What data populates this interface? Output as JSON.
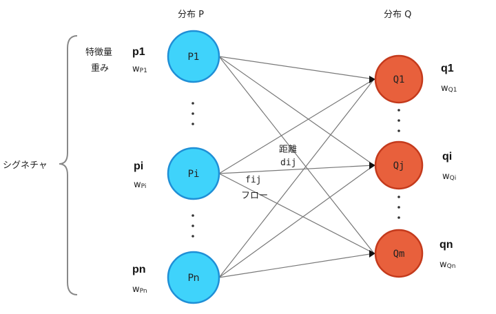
{
  "diagram": {
    "headers": {
      "p": "分布 P",
      "q": "分布 Q"
    },
    "signature_label": "シグネチャ",
    "feature_label": "特徴量",
    "weight_label": "重み",
    "p_nodes": [
      {
        "node": "P1",
        "feature": "p1",
        "weight_main": "w",
        "weight_sub": "P1"
      },
      {
        "node": "Pi",
        "feature": "pi",
        "weight_main": "w",
        "weight_sub": "Pi"
      },
      {
        "node": "Pn",
        "feature": "pn",
        "weight_main": "w",
        "weight_sub": "Pn"
      }
    ],
    "q_nodes": [
      {
        "node": "Q1",
        "feature": "q1",
        "weight_main": "w",
        "weight_sub": "Q1"
      },
      {
        "node": "Qj",
        "feature": "qi",
        "weight_main": "w",
        "weight_sub": "Qi"
      },
      {
        "node": "Qm",
        "feature": "qn",
        "weight_main": "w",
        "weight_sub": "Qn"
      }
    ],
    "distance_label": "距離",
    "distance_symbol": "dij",
    "flow_symbol": "fij",
    "flow_label": "フロー",
    "colors": {
      "p_fill": "#3fd3fb",
      "p_stroke": "#1f8fd6",
      "q_fill": "#e8603c",
      "q_stroke": "#c43a1c",
      "edge": "#777777"
    }
  }
}
